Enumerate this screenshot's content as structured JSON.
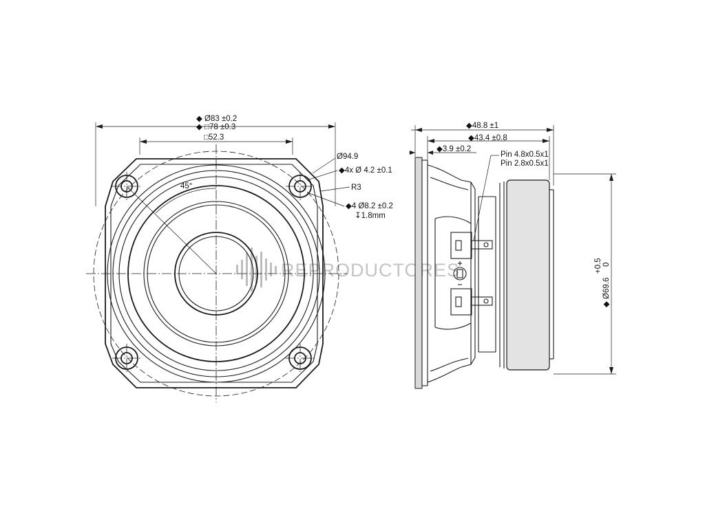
{
  "front_view": {
    "dim_outer_diameter": "◆ Ø83 ±0.2",
    "dim_outer_square": "◆ □78 ±0.3",
    "dim_hole_square": "□52.3",
    "dim_circle": "Ø94.9",
    "dim_holes": "◆4x Ø 4.2 ±0.1",
    "dim_radius": "R3",
    "dim_counterbore": "◆4 Ø8.2 ±0.2",
    "dim_counterbore_depth": "↧1.8mm",
    "dim_angle": "45°"
  },
  "side_view": {
    "dim_total_depth": "◆48.8 ±1",
    "dim_body_depth": "◆43.4 ±0.8",
    "dim_flange": "◆3.9 ±0.2",
    "dim_pin_large": "Pin 4.8x0.5x1",
    "dim_pin_small": "Pin 2.8x0.5x1",
    "dim_magnet_diameter": "◆ Ø69.6",
    "dim_magnet_tol_plus": "+0.5",
    "dim_magnet_tol_zero": "0"
  },
  "watermark": {
    "text": "REPRODUCTORES"
  },
  "colors": {
    "line": "#1a1a1a",
    "shade": "#d9d9d9",
    "watermark": "#c4c4c4"
  }
}
